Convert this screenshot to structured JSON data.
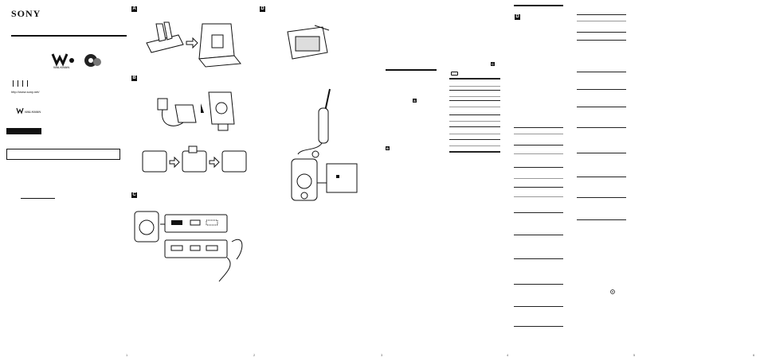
{
  "brand": "SONY",
  "website": "http://www.sony.net/",
  "walkman_label": "WALKMAN",
  "sections": {
    "a": "A",
    "b": "B",
    "c": "C",
    "d": "D"
  },
  "pages": {
    "p1": "1",
    "p2": "2",
    "p3": "3",
    "p4": "4",
    "p5": "5",
    "p6": "6"
  },
  "icons": [
    "walkman-logo-icon",
    "atrac-logo-icon",
    "walkman-wordmark-icon",
    "charging-stand-icon",
    "headphone-remote-icon",
    "battery-indicator-icon",
    "player-icon"
  ],
  "colors": {
    "ink": "#111111",
    "paper": "#ffffff",
    "mid_gray": "#999999"
  }
}
